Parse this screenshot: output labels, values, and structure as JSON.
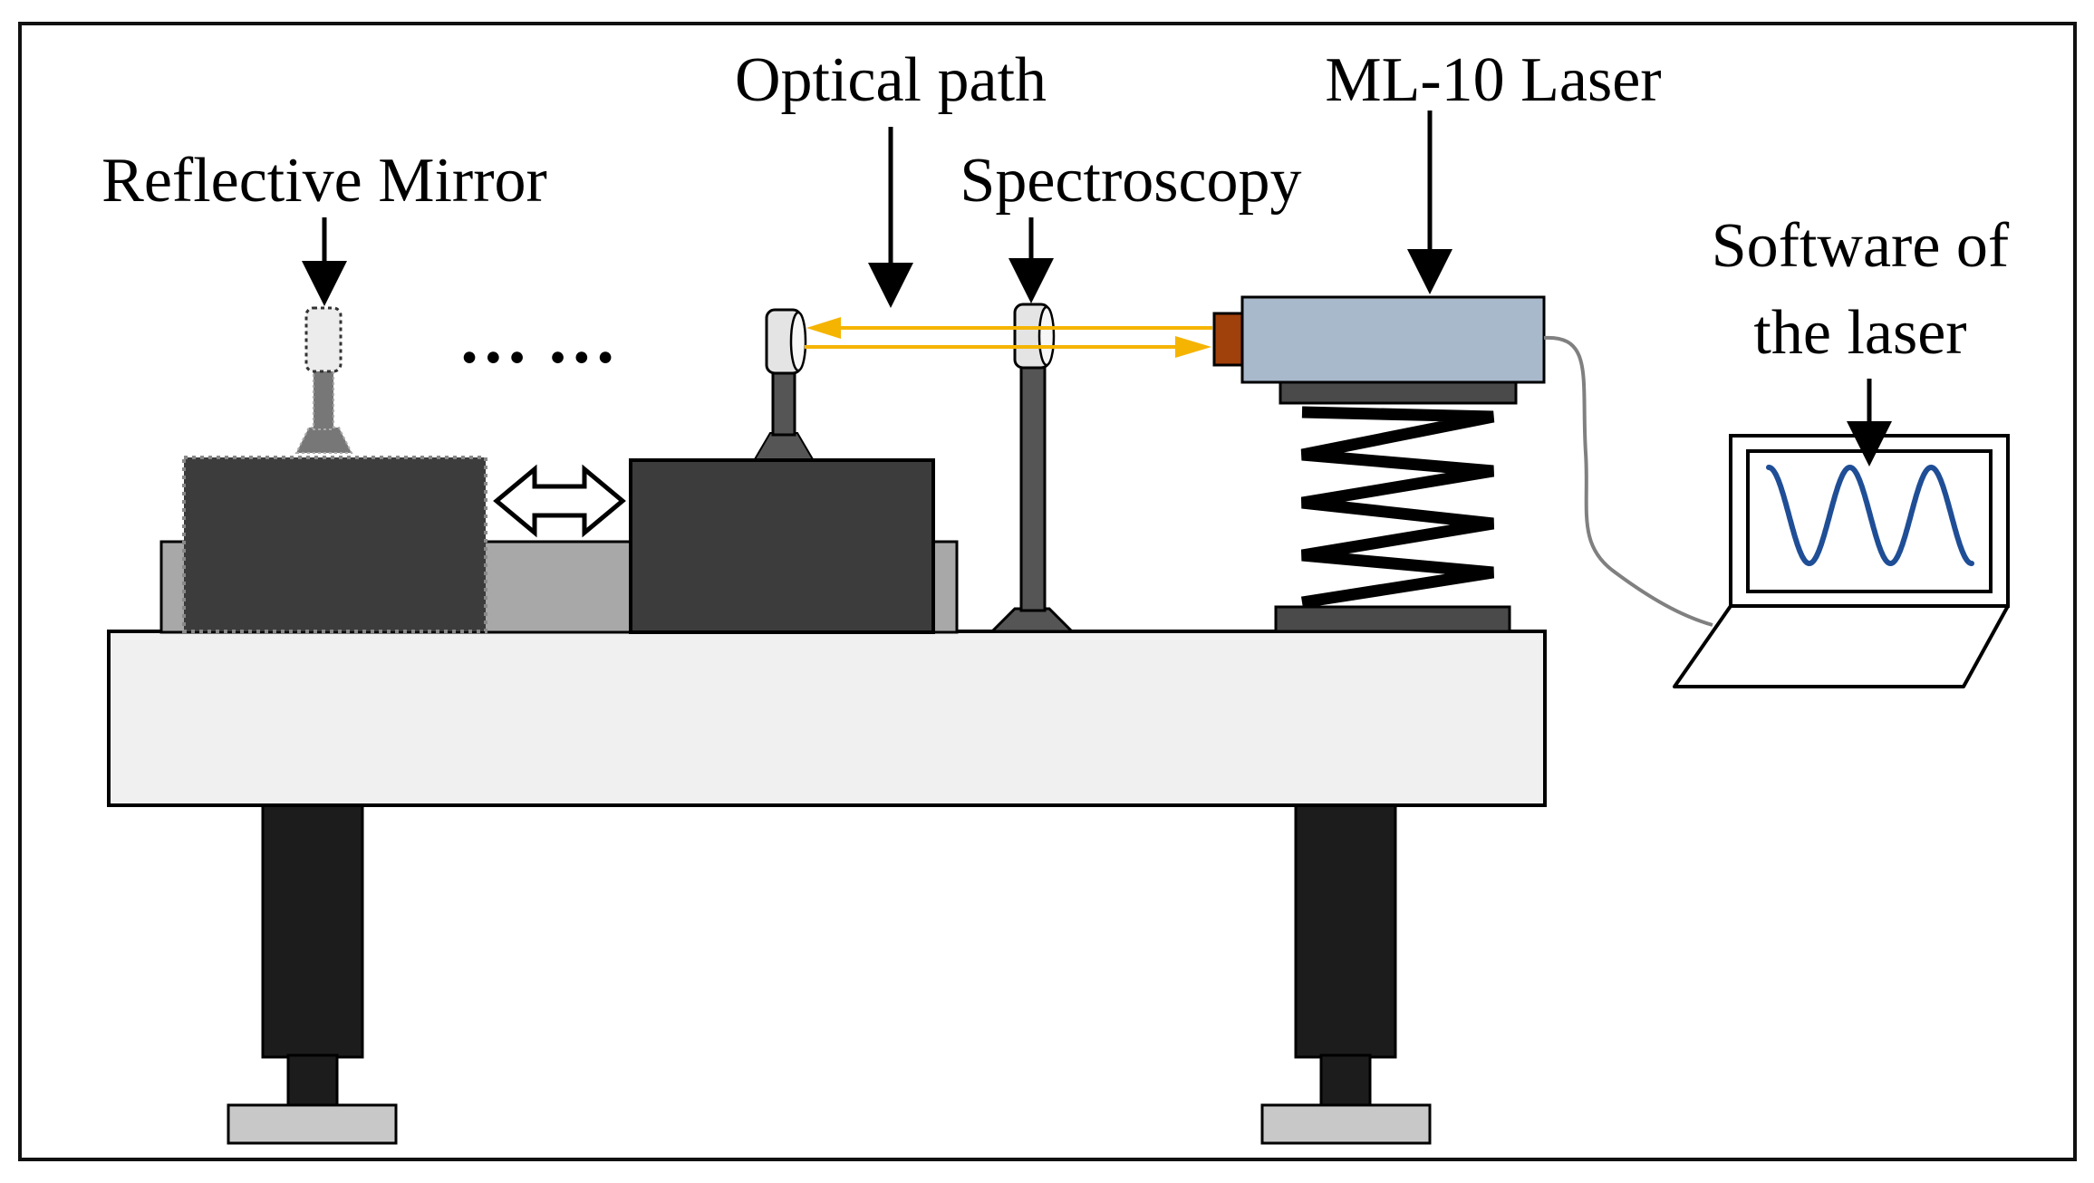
{
  "labels": {
    "optical_path": "Optical path",
    "ml10_laser": "ML-10 Laser",
    "reflective_mirror": "Reflective Mirror",
    "spectroscopy": "Spectroscopy",
    "software_line1": "Software of",
    "software_line2": "the laser",
    "ellipsis": "… …"
  },
  "colors": {
    "beam": "#f5b400",
    "laser_body": "#a9b9cc",
    "laser_aperture": "#a0400a",
    "stage_block": "#3c3c3c",
    "table_top": "#f0f0f0",
    "rail": "#a8a8a8",
    "waveform": "#1f4e96",
    "cable": "#808080"
  },
  "icons": {
    "mirror": "mirror-icon",
    "laser": "laser-head-icon",
    "spring": "spring-icon",
    "laptop": "laptop-icon",
    "double_arrow": "double-arrow-icon"
  }
}
